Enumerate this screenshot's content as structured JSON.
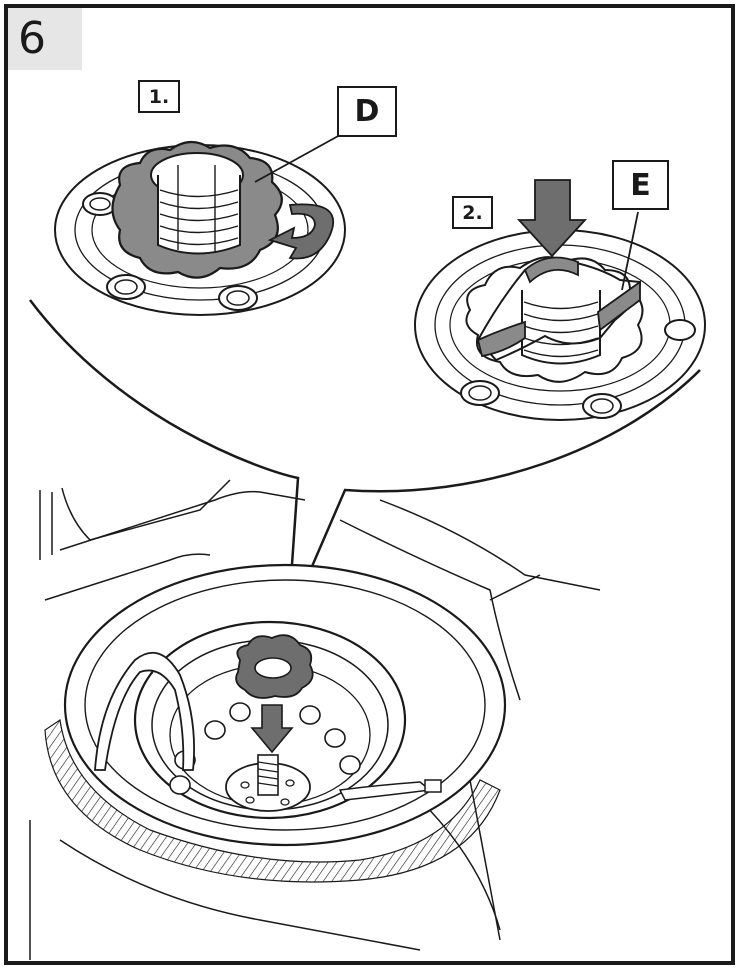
{
  "step": {
    "number": "6"
  },
  "callouts": {
    "substep1": "1.",
    "substep2": "2.",
    "part_d": "D",
    "part_e": "E"
  },
  "colors": {
    "line": "#1a1a1a",
    "part_grey": "#8a8a8a",
    "arrow_grey": "#6e6e6e",
    "badge_bg": "#e6e6e6"
  },
  "icons": [
    "rotate-arrow-icon",
    "down-arrow-icon"
  ]
}
